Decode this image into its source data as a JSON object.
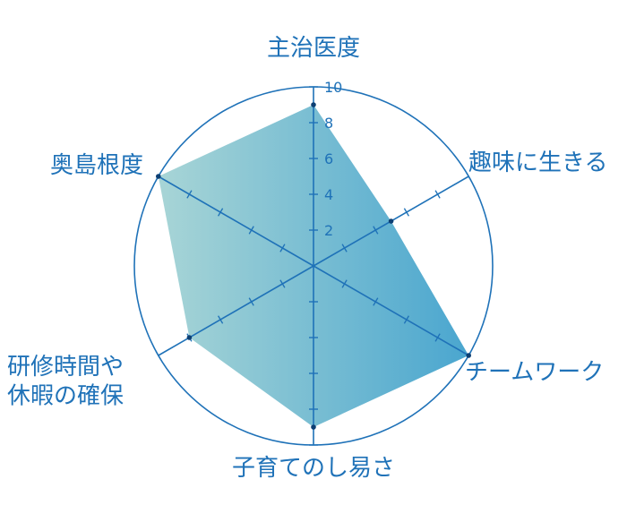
{
  "chart_data": {
    "type": "radar",
    "categories": [
      "主治医度",
      "趣味に生きる",
      "チームワーク",
      "子育てのし易さ",
      "研修時間や\n休暇の確保",
      "奥島根度"
    ],
    "values": [
      9,
      5,
      10,
      9,
      8,
      10
    ],
    "rlim": [
      0,
      10
    ],
    "ticks": [
      "2",
      "4",
      "6",
      "8",
      "10"
    ],
    "grid": true,
    "colors": {
      "axis": "#1f72b8",
      "fill_start": "#a8d5d6",
      "fill_end": "#4aa6cf"
    }
  }
}
